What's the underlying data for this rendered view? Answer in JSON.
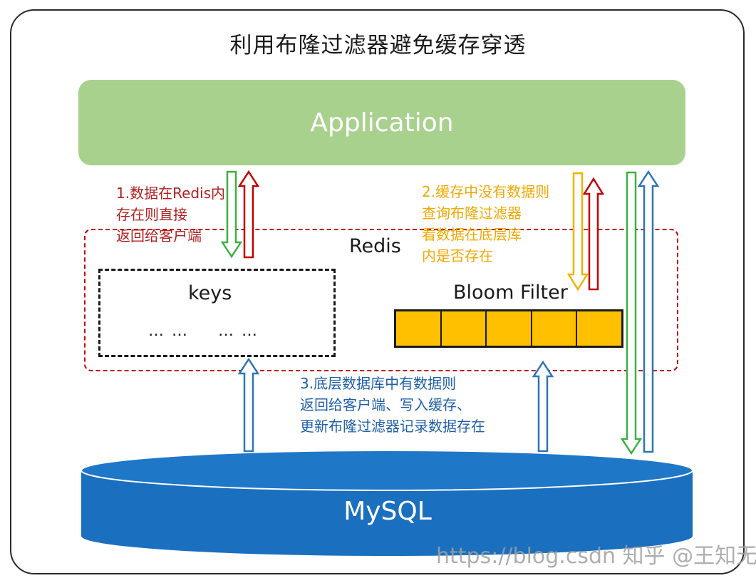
{
  "title": "利用布隆过滤器避免缓存穿透",
  "application": {
    "label": "Application"
  },
  "redis": {
    "label": "Redis",
    "keys": {
      "label": "keys",
      "dots_left": "… …",
      "dots_right": "… …"
    },
    "bloom_filter": {
      "label": "Bloom Filter",
      "cell_count": 5
    }
  },
  "mysql": {
    "label": "MySQL"
  },
  "notes": {
    "step1": "1.数据在Redis内\n存在则直接\n返回给客户端",
    "step2": "2.缓存中没有数据则\n查询布隆过滤器\n看数据在底层库\n内是否存在",
    "step3": "3.底层数据库中有数据则\n返回给客户端、写入缓存、\n更新布隆过滤器记录数据存在"
  },
  "watermark": "https://blog.csdn 知乎 @王知无",
  "colors": {
    "application": "#a9d18e",
    "redis_border": "#c00000",
    "bloom_cells": "#ffc000",
    "mysql": "#1a6fbf",
    "arrow_green": "#3cb043",
    "arrow_red": "#c00000",
    "arrow_orange": "#f0b400",
    "arrow_blue": "#2e75b6"
  }
}
